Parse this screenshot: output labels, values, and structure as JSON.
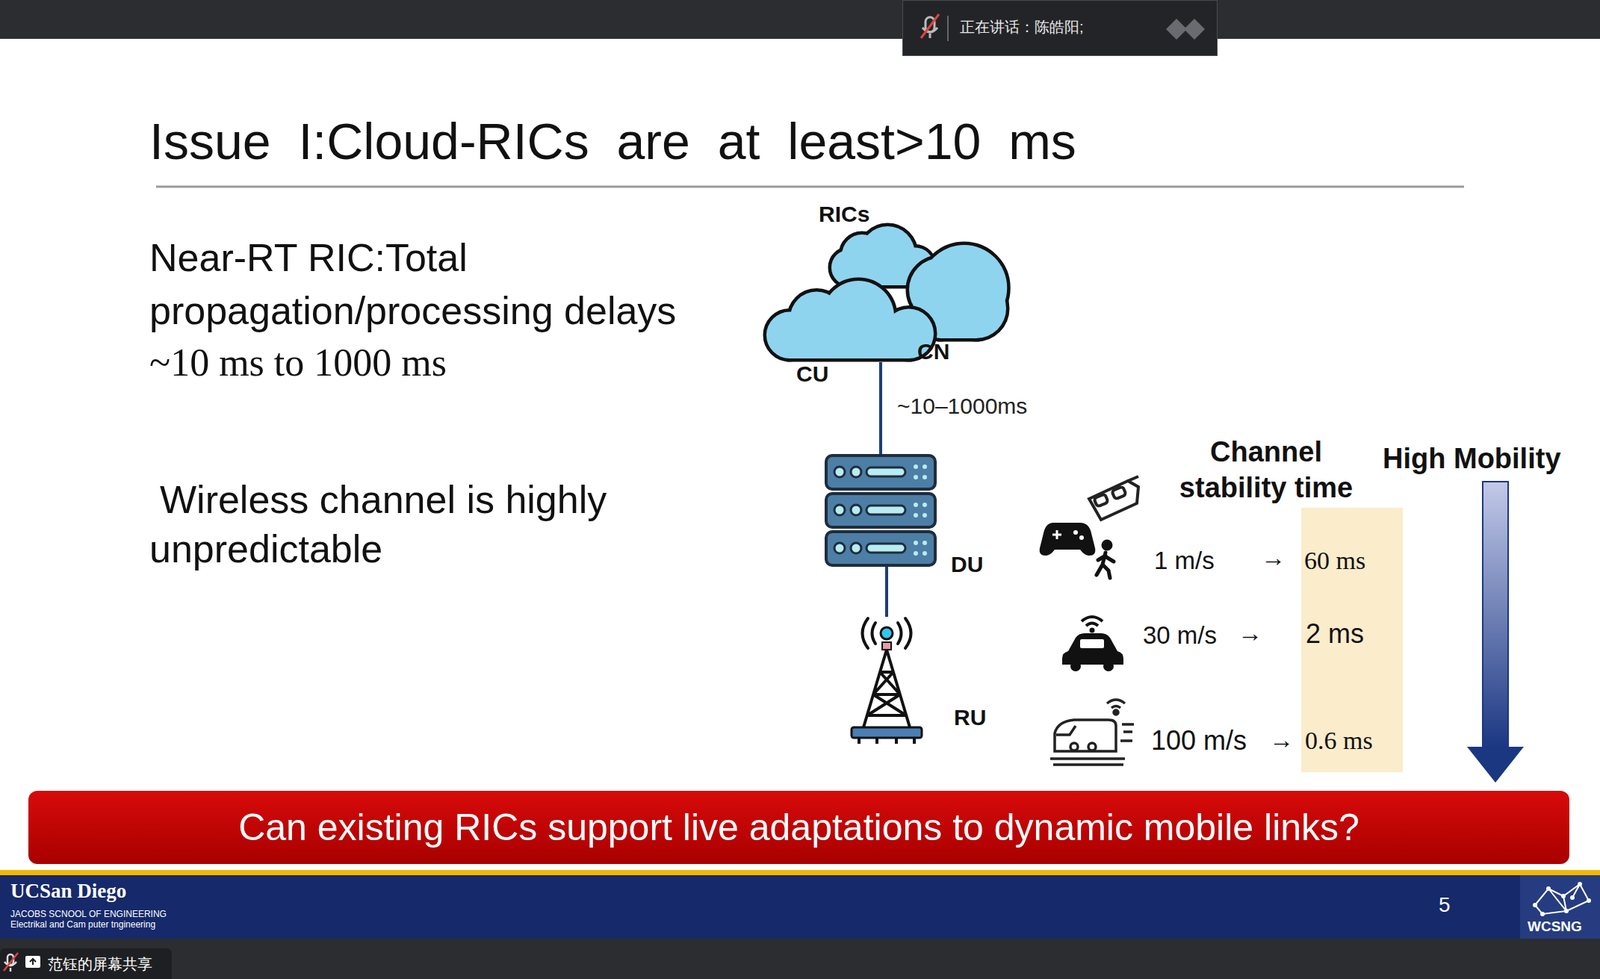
{
  "diagram": {
    "title": "Issue I:Cloud-RICs are at least>10 ms",
    "nodes": [
      {
        "text": [
          "正在讲话：陈皓阳;"
        ]
      },
      {
        "text": [
          "RICs",
          "CN",
          "CU"
        ]
      },
      {
        "text": [
          "DU"
        ]
      },
      {
        "text": [
          "RU"
        ]
      },
      {
        "text": [
          "Channel stability time",
          "60 ms",
          "2 ms",
          "0.6 ms"
        ]
      },
      {
        "text": [
          "Can existing RICs support live adaptations to dynamic mobile links?"
        ]
      },
      {
        "text": [
          "UCSan Diego",
          "JACOBS SCNOOL OF ENGINEERING",
          "Electrikal and Cam puter tngineering",
          "5",
          "WCSNG"
        ]
      },
      {
        "text": [
          "范钰的屏幕共享"
        ]
      }
    ],
    "edges": [
      {
        "from": 1,
        "to": 2,
        "label": "~10–1000ms",
        "arrow": "none"
      },
      {
        "from": 2,
        "to": 3,
        "arrow": "none"
      }
    ],
    "labels": [
      "Near-RT RIC:Total propagation/processing delays",
      "~10 ms to 1000 ms",
      "Wireless channel is highly unpredictable",
      "High Mobility",
      "1 m/s",
      "→",
      "30 m/s",
      "→",
      "100 m/s",
      "→"
    ]
  }
}
